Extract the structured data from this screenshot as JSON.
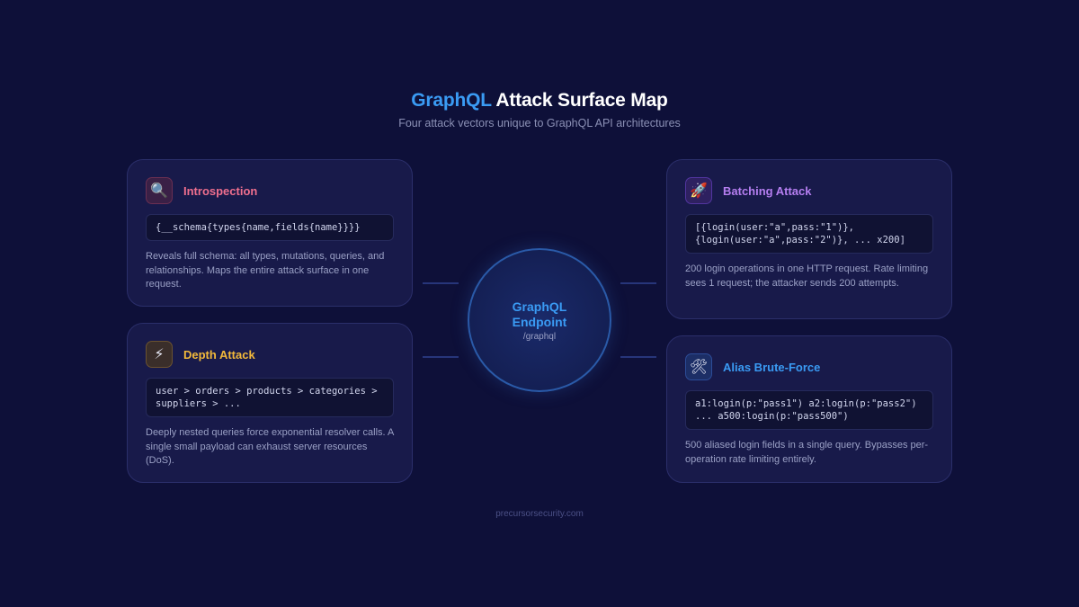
{
  "header": {
    "title_accent": "GraphQL",
    "title_rest": " Attack Surface Map",
    "subtitle": "Four attack vectors unique to GraphQL API architectures"
  },
  "hub": {
    "title": "GraphQL Endpoint",
    "path": "/graphql"
  },
  "cards": {
    "introspection": {
      "icon": "magnifying-glass-icon",
      "title": "Introspection",
      "color": "#ef6f8e",
      "code": "{__schema{types{name,fields{name}}}}",
      "description": "Reveals full schema: all types, mutations, queries, and relationships. Maps the entire attack surface in one request."
    },
    "depth": {
      "icon": "lightning-icon",
      "title": "Depth Attack",
      "color": "#f2b93b",
      "code": "user > orders > products > categories >\nsuppliers > ...",
      "description": "Deeply nested queries force exponential resolver calls. A single small payload can exhaust server resources (DoS)."
    },
    "batching": {
      "icon": "rocket-icon",
      "title": "Batching Attack",
      "color": "#b57ef0",
      "code": "[{login(user:\"a\",pass:\"1\")},\n{login(user:\"a\",pass:\"2\")}, ... x200]",
      "description": "200 login operations in one HTTP request. Rate limiting sees 1 request; the attacker sends 200 attempts."
    },
    "alias": {
      "icon": "hammer-wrench-icon",
      "title": "Alias Brute-Force",
      "color": "#3a9bf4",
      "code": "a1:login(p:\"pass1\") a2:login(p:\"pass2\")\n... a500:login(p:\"pass500\")",
      "description": "500 aliased login fields in a single query. Bypasses per-operation rate limiting entirely."
    }
  },
  "footer": {
    "text": "precursorsecurity.com"
  }
}
